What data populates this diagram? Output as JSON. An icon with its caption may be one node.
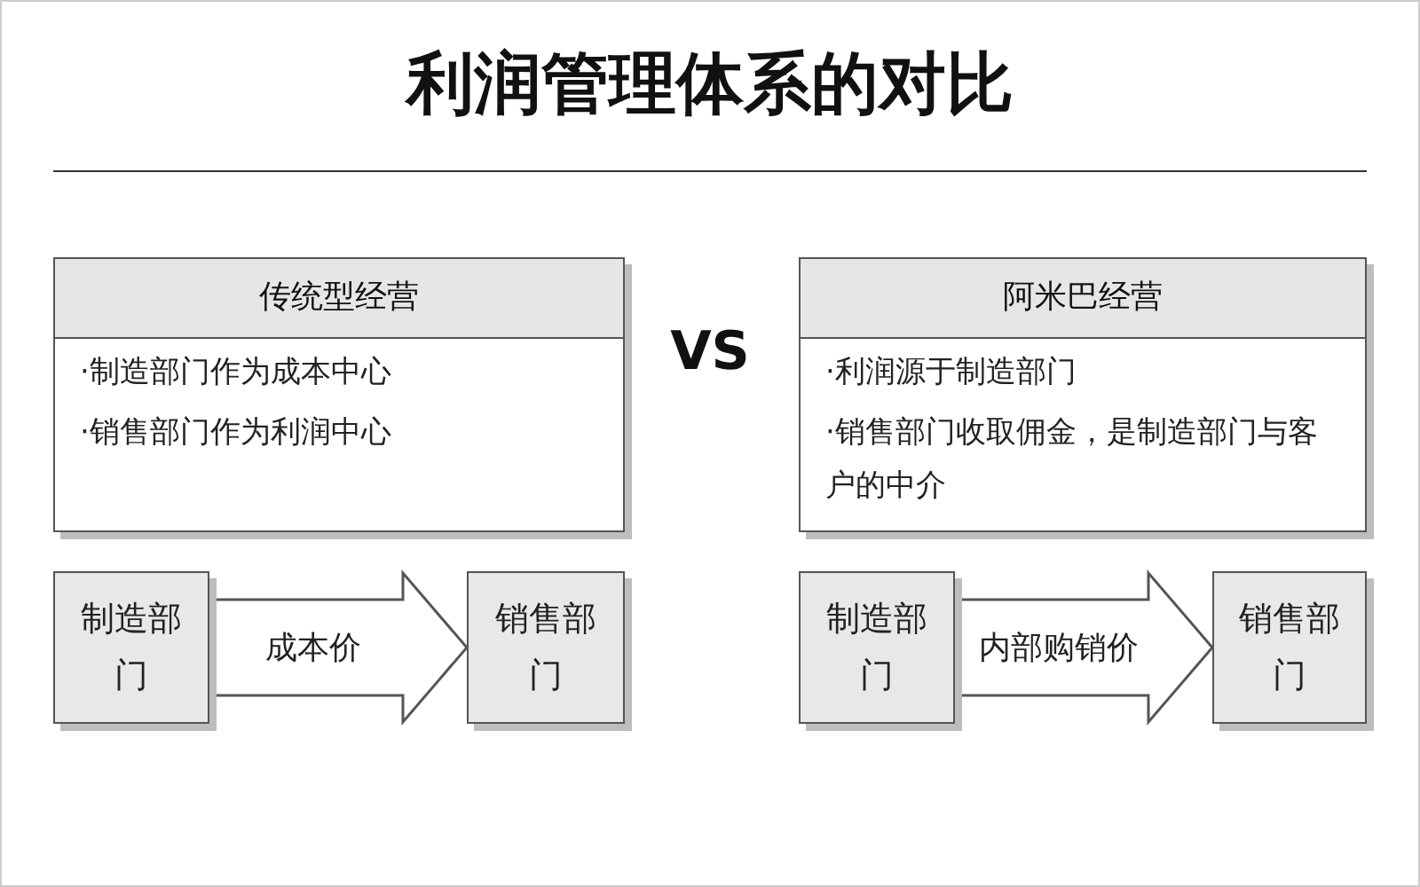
{
  "diagram": {
    "title": "利润管理体系的对比",
    "nodes": [
      {
        "text": [
          "传统型经营",
          "·制造部门作为成本中心",
          "·销售部门作为利润中心"
        ]
      },
      {
        "text": [
          "阿米巴经营",
          "·利润源于制造部门",
          "·销售部门收取佣金，是制造部门与客户的中介"
        ]
      },
      {
        "text": [
          "制造部门"
        ]
      },
      {
        "text": [
          "销售部门"
        ]
      },
      {
        "text": [
          "制造部门"
        ]
      },
      {
        "text": [
          "销售部门"
        ]
      }
    ],
    "edges": [
      {
        "from": 2,
        "to": 3,
        "arrow": "to",
        "label": "成本价"
      },
      {
        "from": 4,
        "to": 5,
        "arrow": "to",
        "label": "内部购销价"
      }
    ],
    "labels": [
      "VS"
    ]
  }
}
